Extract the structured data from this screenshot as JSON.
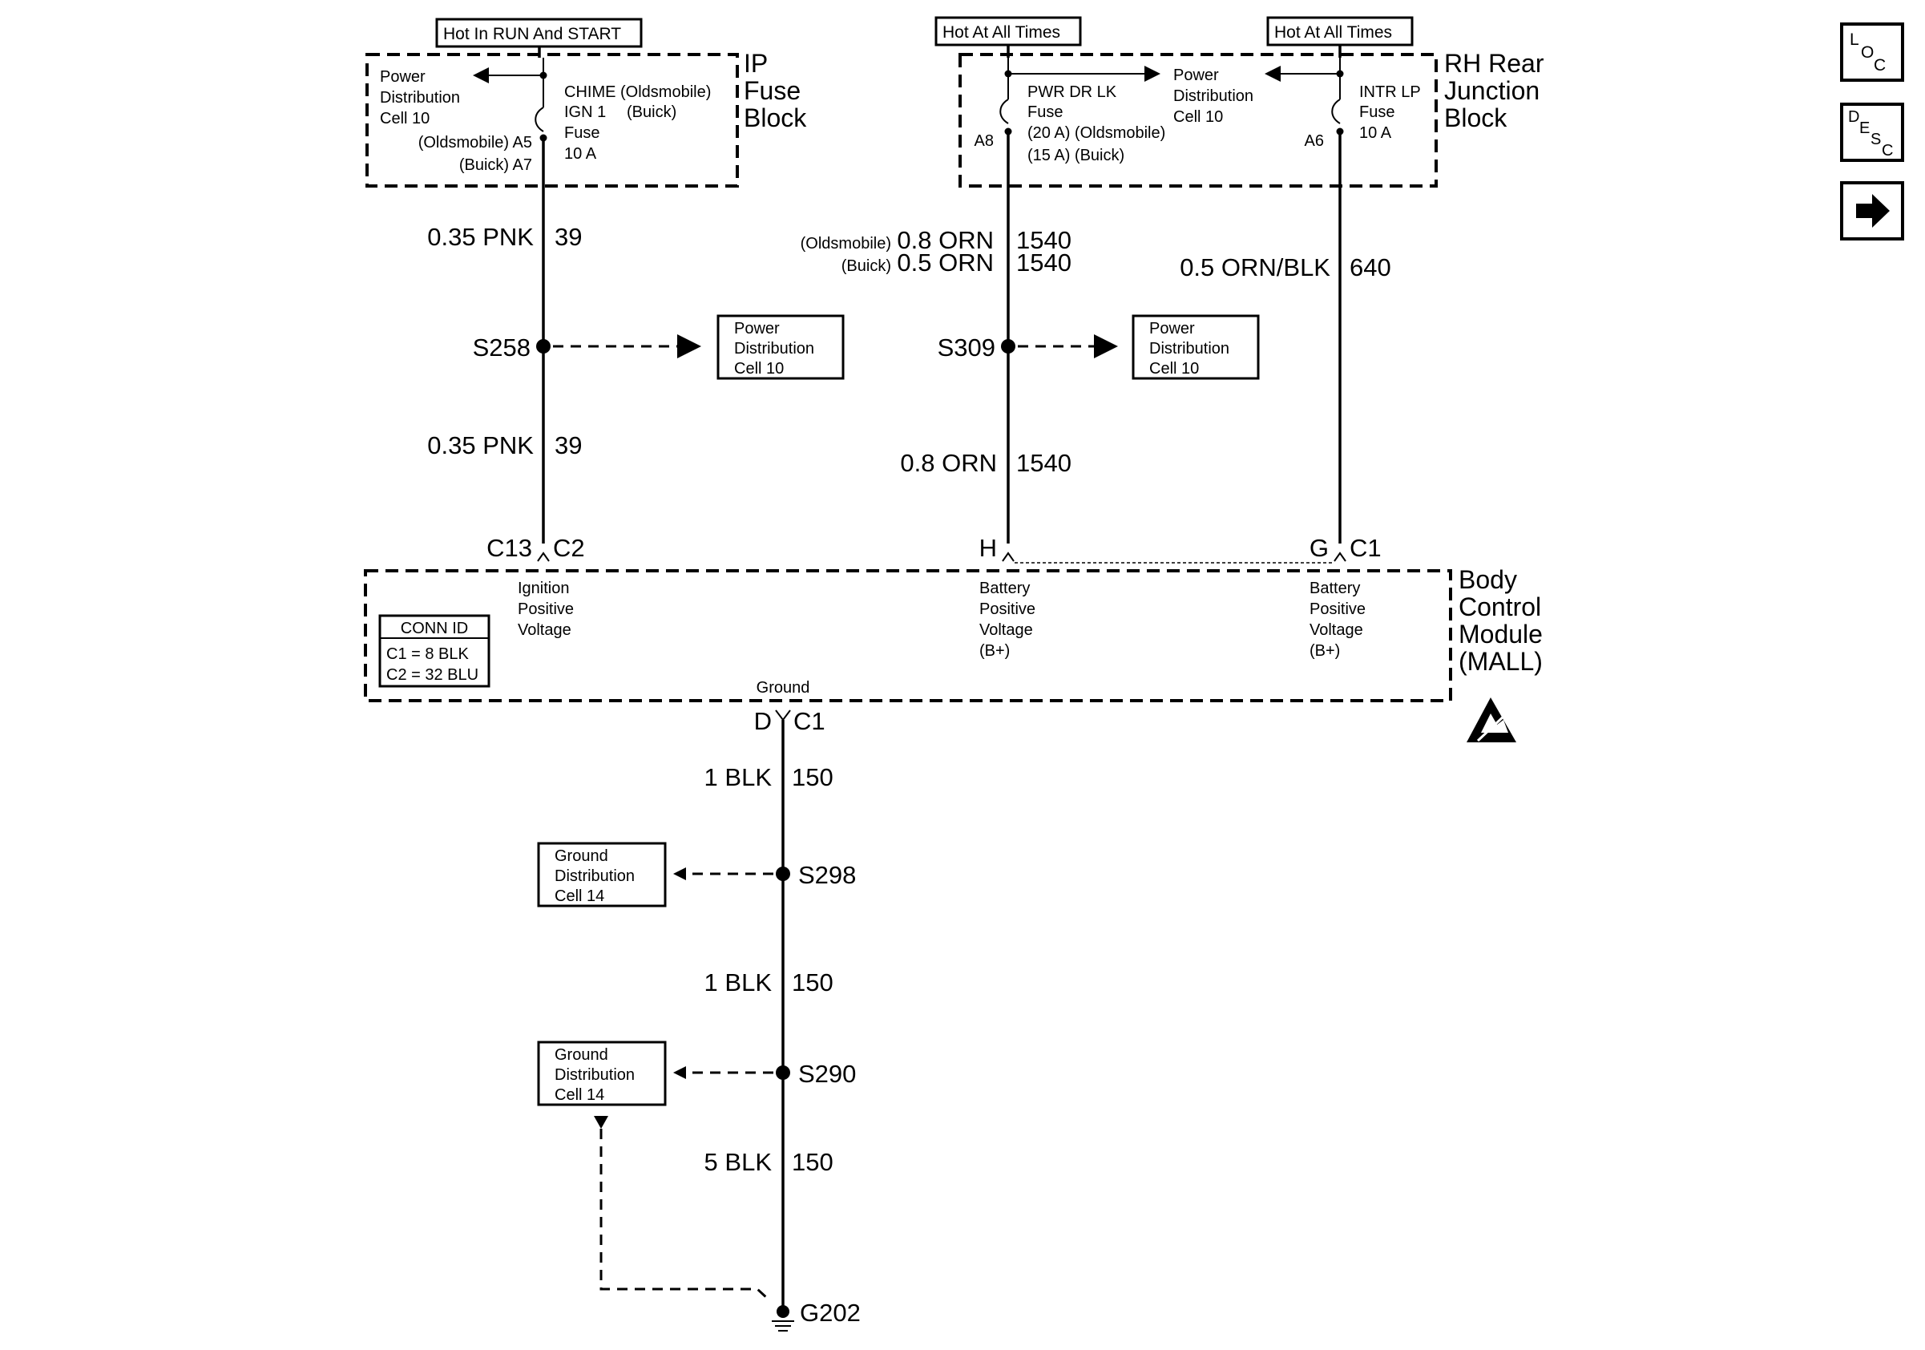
{
  "top_labels": {
    "hot_run_start": "Hot In RUN And START",
    "hot_all_times_1": "Hot At All Times",
    "hot_all_times_2": "Hot At All Times"
  },
  "ip_fuse_block": {
    "title_lines": [
      "IP",
      "Fuse",
      "Block"
    ],
    "power_dist_lines": [
      "Power",
      "Distribution",
      "Cell 10"
    ],
    "fuse_name_lines": [
      "CHIME (Oldsmobile)",
      "IGN 1",
      "Fuse",
      "10 A"
    ],
    "fuse_buick": "(Buick)",
    "pin_olds": "(Oldsmobile) A5",
    "pin_buick": "(Buick) A7"
  },
  "rh_rear_junction_block": {
    "title_lines": [
      "RH Rear",
      "Junction",
      "Block"
    ],
    "pwr_dr_lk_lines": [
      "PWR DR LK",
      "Fuse",
      "(20 A) (Oldsmobile)",
      "(15 A) (Buick)"
    ],
    "power_dist_lines": [
      "Power",
      "Distribution",
      "Cell 10"
    ],
    "intr_lp_lines": [
      "INTR LP",
      "Fuse",
      "10 A"
    ],
    "pin_a8": "A8",
    "pin_a6": "A6"
  },
  "wires": {
    "w1_top_gauge": "0.35 PNK",
    "w1_top_circuit": "39",
    "w1_bot_gauge": "0.35 PNK",
    "w1_bot_circuit": "39",
    "w2_olds_prefix": "(Oldsmobile)",
    "w2_olds_gauge": "0.8 ORN",
    "w2_olds_circuit": "1540",
    "w2_buick_prefix": "(Buick)",
    "w2_buick_gauge": "0.5 ORN",
    "w2_buick_circuit": "1540",
    "w2_bot_gauge": "0.8 ORN",
    "w2_bot_circuit": "1540",
    "w3_gauge": "0.5 ORN/BLK",
    "w3_circuit": "640",
    "g1_gauge": "1 BLK",
    "g1_circuit": "150",
    "g2_gauge": "1 BLK",
    "g2_circuit": "150",
    "g3_gauge": "5 BLK",
    "g3_circuit": "150"
  },
  "splices": {
    "s258": "S258",
    "s309": "S309",
    "s298": "S298",
    "s290": "S290",
    "g202": "G202"
  },
  "ref_boxes": {
    "s258_ref": [
      "Power",
      "Distribution",
      "Cell 10"
    ],
    "s309_ref": [
      "Power",
      "Distribution",
      "Cell 10"
    ],
    "s298_ref": [
      "Ground",
      "Distribution",
      "Cell 14"
    ],
    "s290_ref": [
      "Ground",
      "Distribution",
      "Cell 14"
    ]
  },
  "bcm": {
    "title_lines": [
      "Body",
      "Control",
      "Module",
      "(MALL)"
    ],
    "conn_c13": "C13",
    "conn_c2": "C2",
    "conn_h": "H",
    "conn_g": "G",
    "conn_c1_top": "C1",
    "conn_d": "D",
    "conn_c1_bot": "C1",
    "ignition_lines": [
      "Ignition",
      "Positive",
      "Voltage"
    ],
    "battery1_lines": [
      "Battery",
      "Positive",
      "Voltage",
      "(B+)"
    ],
    "battery2_lines": [
      "Battery",
      "Positive",
      "Voltage",
      "(B+)"
    ],
    "ground_label": "Ground",
    "conn_id_title": "CONN ID",
    "conn_id_c1": "C1 = 8 BLK",
    "conn_id_c2": "C2 = 32 BLU"
  },
  "nav_buttons": {
    "loc": {
      "l": "L",
      "o": "O",
      "c": "C"
    },
    "desc": {
      "d": "D",
      "e": "E",
      "s": "S",
      "c": "C"
    },
    "next_icon": "right-arrow-icon"
  },
  "esd_icon": "esd-sensitive-icon"
}
